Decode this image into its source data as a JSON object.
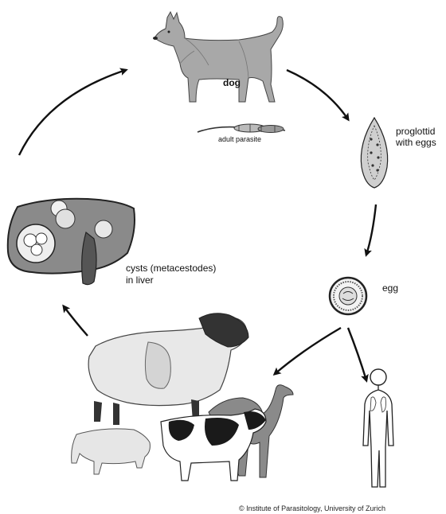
{
  "labels": {
    "dog": "dog",
    "adult_parasite": "adult parasite",
    "proglottid_line1": "proglottid",
    "proglottid_line2": "with eggs",
    "egg": "egg",
    "cysts_line1": "cysts (metacestodes)",
    "cysts_line2": "in liver",
    "credit": "© Institute of Parasitology, University of Zurich"
  },
  "icons": [
    "dog-illustration",
    "adult-parasite-icon",
    "proglottid-icon",
    "egg-icon",
    "liver-with-cysts-icon",
    "sheep-illustration",
    "camel-illustration",
    "cow-illustration",
    "pig-illustration",
    "human-figure-icon"
  ],
  "colors": {
    "ink": "#111111",
    "dog_fur": "#9a9a9a",
    "organ_gray": "#7a7a7a",
    "sheep_wool": "#e8e8e8",
    "camel": "#8a8a8a"
  }
}
